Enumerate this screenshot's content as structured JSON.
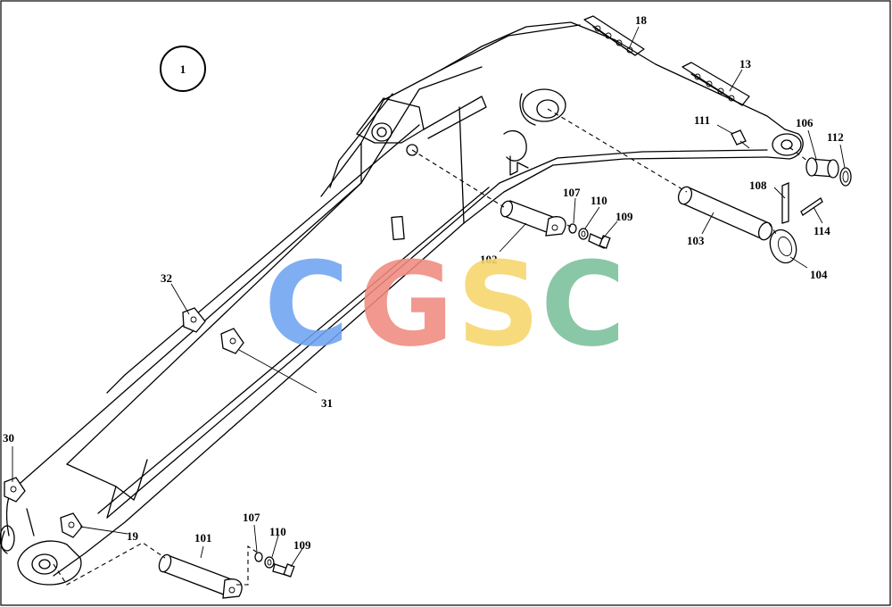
{
  "figure": {
    "circle_number": "1",
    "callouts": [
      "18",
      "13",
      "111",
      "106",
      "112",
      "107",
      "110",
      "109",
      "102",
      "108",
      "114",
      "103",
      "104",
      "32",
      "31",
      "30",
      "19",
      "101",
      "107",
      "110",
      "109"
    ]
  },
  "watermark": {
    "letters": [
      "C",
      "G",
      "S",
      "C"
    ],
    "colors": [
      "#6FA3F2",
      "#F08A80",
      "#F7D56A",
      "#7BC09A"
    ]
  }
}
